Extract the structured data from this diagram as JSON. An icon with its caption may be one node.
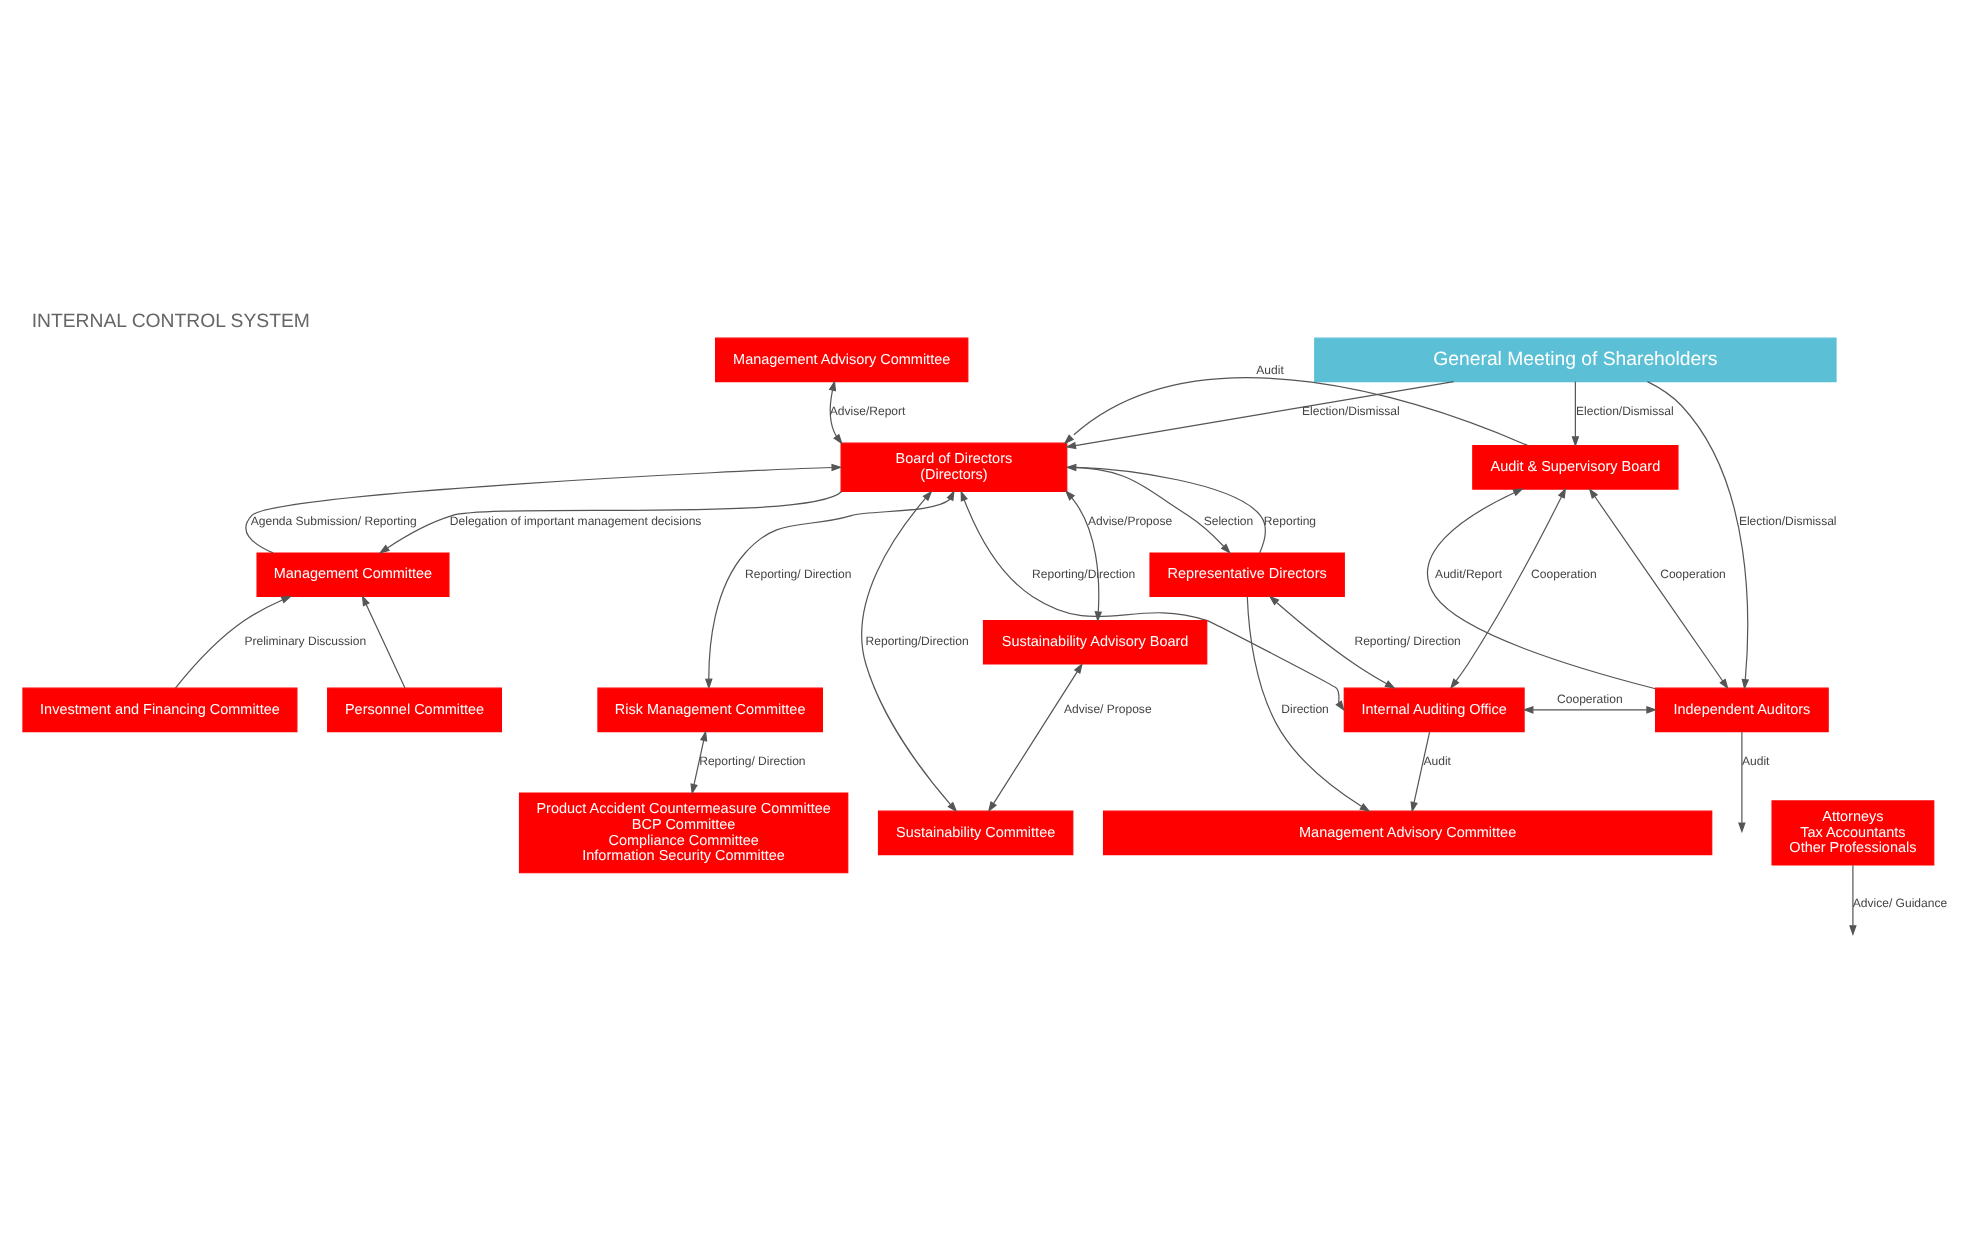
{
  "diagram": {
    "title": "INTERNAL CONTROL SYSTEM",
    "nodes": [
      {
        "text": [
          "General Meeting of Shareholders"
        ]
      },
      {
        "text": [
          "Management Advisory Committee"
        ]
      },
      {
        "text": [
          "Board of Directors",
          "(Directors)"
        ]
      },
      {
        "text": [
          "Audit & Supervisory Board"
        ]
      },
      {
        "text": [
          "Management Committee"
        ]
      },
      {
        "text": [
          "Representative Directors"
        ]
      },
      {
        "text": [
          "Internal Auditing Office"
        ]
      },
      {
        "text": [
          "Investment and Financing Committee"
        ]
      },
      {
        "text": [
          "Personnel Committee"
        ]
      },
      {
        "text": [
          "Risk Management Committee"
        ]
      },
      {
        "text": [
          "Independent Auditors"
        ]
      },
      {
        "text": [
          "Sustainability Advisory Board"
        ]
      },
      {
        "text": [
          "Product Accident Countermeasure Committee",
          "BCP Committee",
          "Compliance Committee",
          "Information Security Committee"
        ]
      },
      {
        "text": [
          "Sustainability Committee"
        ]
      },
      {
        "text": [
          "Management Advisory Committee"
        ]
      },
      {
        "text": [
          "Attorneys",
          "Tax Accountants",
          "Other Professionals"
        ]
      }
    ],
    "edges": [
      {
        "from": 0,
        "to": 2,
        "arrow": "to",
        "label": "Election/Dismissal"
      },
      {
        "from": 0,
        "to": 3,
        "arrow": "to",
        "label": "Election/Dismissal"
      },
      {
        "from": 0,
        "to": 10,
        "arrow": "to",
        "label": "Election/Dismissal"
      },
      {
        "from": 1,
        "to": 2,
        "arrow": "both",
        "label": "Advise/Report"
      },
      {
        "from": 4,
        "to": 2,
        "arrow": "to",
        "label": "Agenda Submission/ Reporting"
      },
      {
        "from": 2,
        "to": 4,
        "arrow": "to",
        "label": "Delegation of important management decisions"
      },
      {
        "from": 7,
        "to": 4,
        "arrow": "to",
        "label": "Preliminary Discussion"
      },
      {
        "from": 8,
        "to": 4,
        "arrow": "to"
      },
      {
        "from": 2,
        "to": 9,
        "arrow": "both",
        "label": "Reporting/ Direction"
      },
      {
        "from": 9,
        "to": 12,
        "arrow": "both",
        "label": "Reporting/ Direction"
      },
      {
        "from": 2,
        "to": 13,
        "arrow": "both",
        "label": "Reporting/Direction"
      },
      {
        "from": 2,
        "to": 11,
        "arrow": "both",
        "label": "Advise/Propose"
      },
      {
        "from": 11,
        "to": 13,
        "arrow": "both",
        "label": "Advise/ Propose"
      },
      {
        "from": 3,
        "to": 2,
        "arrow": "to",
        "label": "Audit"
      },
      {
        "from": 2,
        "to": 5,
        "arrow": "to",
        "label": "Selection"
      },
      {
        "from": 5,
        "to": 2,
        "arrow": "to",
        "label": "Reporting"
      },
      {
        "from": 2,
        "to": 6,
        "arrow": "both",
        "label": "Reporting/Direction"
      },
      {
        "from": 5,
        "to": 6,
        "arrow": "both",
        "label": "Reporting/ Direction"
      },
      {
        "from": 3,
        "to": 6,
        "arrow": "both",
        "label": "Cooperation"
      },
      {
        "from": 6,
        "to": 10,
        "arrow": "both",
        "label": "Cooperation"
      },
      {
        "from": 10,
        "to": 3,
        "arrow": "to",
        "label": "Audit/Report"
      },
      {
        "from": 3,
        "to": 10,
        "arrow": "both",
        "label": "Cooperation"
      },
      {
        "from": 5,
        "to": 14,
        "arrow": "to",
        "label": "Direction"
      },
      {
        "from": 6,
        "to": 14,
        "arrow": "to",
        "label": "Audit"
      },
      {
        "from": 10,
        "to": null,
        "arrow": "to",
        "label": "Audit"
      },
      {
        "from": 15,
        "to": null,
        "arrow": "to",
        "label": "Advice/ Guidance"
      }
    ]
  }
}
